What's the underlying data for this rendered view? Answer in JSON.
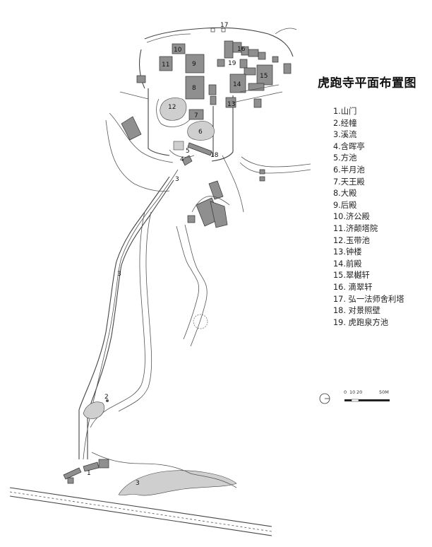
{
  "title": "虎跑寺平面布置图",
  "legend": [
    "1.山门",
    "2.经幢",
    "3.溪流",
    "4.含晖亭",
    "5.方池",
    "6.半月池",
    "7.天王殿",
    "8.大殿",
    "9.后殿",
    "10.济公殿",
    "11.济颠塔院",
    "12.玉带池",
    "13.钟楼",
    "14.前殿",
    "15.翠樾轩",
    "16. 滴翠轩",
    "17. 弘一法师舍利塔",
    "18. 对景照壁",
    "19. 虎跑泉方池"
  ],
  "map_labels": {
    "n1": "1",
    "n2": "2",
    "n3a": "3",
    "n3b": "3",
    "n3c": "3",
    "n4": "4",
    "n5": "5",
    "n6": "6",
    "n7": "7",
    "n8": "8",
    "n9": "9",
    "n10": "10",
    "n11": "11",
    "n12": "12",
    "n13": "13",
    "n14": "14",
    "n15": "15",
    "n16": "16",
    "n17": "17",
    "n18": "18",
    "n19": "19"
  },
  "scale": {
    "l0": "0",
    "l10": "10",
    "l20": "20",
    "l50": "50M"
  },
  "colors": {
    "building": "#8f8f8f",
    "pond": "#cfcfcf",
    "line": "#555555"
  }
}
